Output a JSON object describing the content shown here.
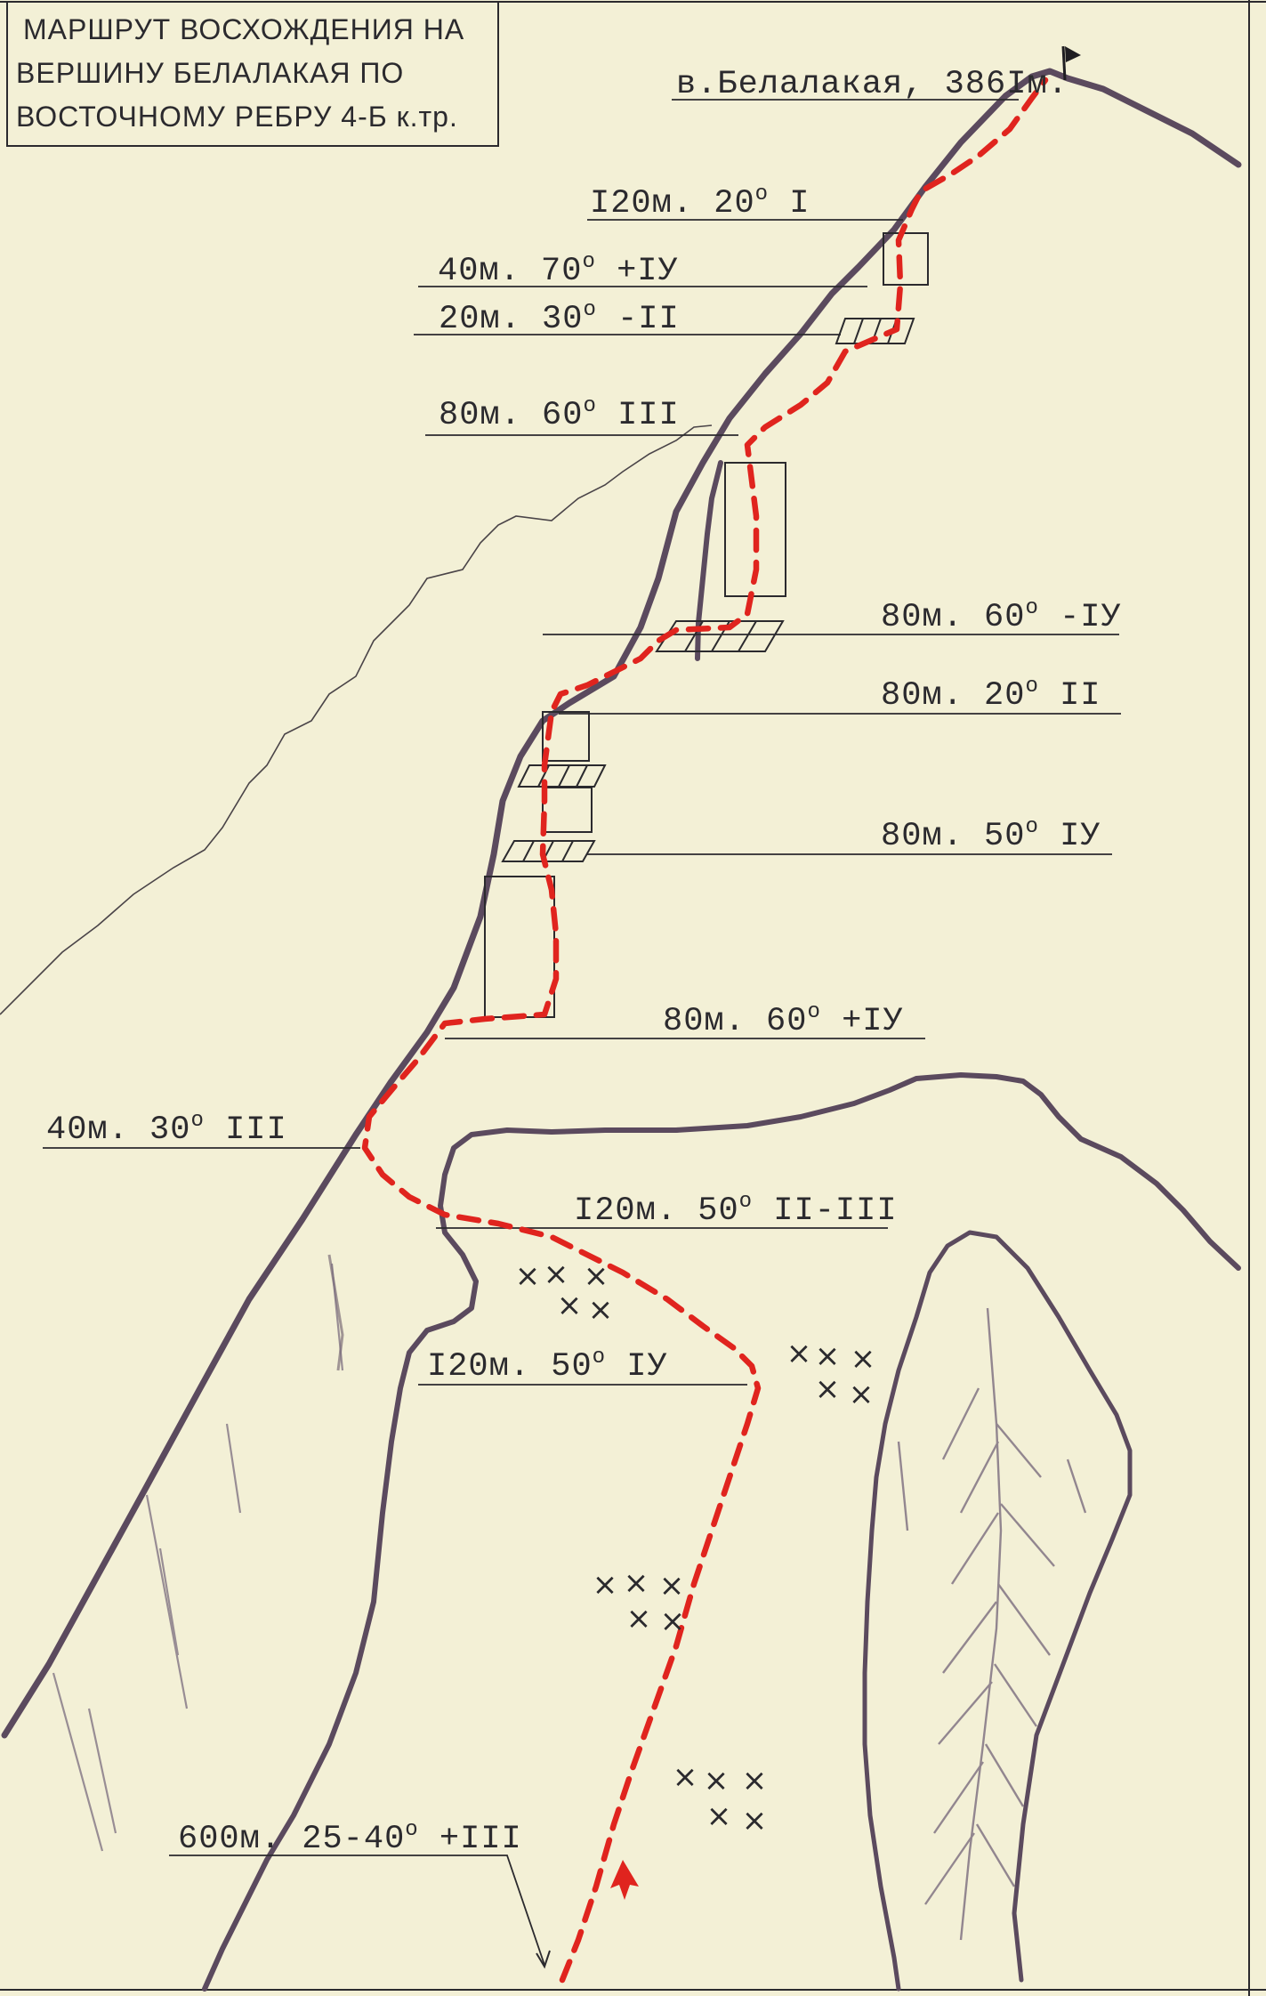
{
  "title": {
    "line1": "МАРШРУТ ВОСХОЖДЕНИЯ НА",
    "line2": "ВЕРШИНУ БЕЛАЛАКАЯ ПО",
    "line3": "ВОСТОЧНОМУ РЕБРУ 4-Б к.тр."
  },
  "summit": {
    "label": "в.Белалакая, 386Iм."
  },
  "pitches": [
    {
      "length": "I20м.",
      "angle": "20",
      "grade": "I"
    },
    {
      "length": "40м.",
      "angle": "70",
      "grade": "+IУ"
    },
    {
      "length": "20м.",
      "angle": "30",
      "grade": "-II"
    },
    {
      "length": "80м.",
      "angle": "60",
      "grade": "III"
    },
    {
      "length": "80м.",
      "angle": "60",
      "grade": "-IУ"
    },
    {
      "length": "80м.",
      "angle": "20",
      "grade": "II"
    },
    {
      "length": "80м.",
      "angle": "50",
      "grade": "IУ"
    },
    {
      "length": "80м.",
      "angle": "60",
      "grade": "+IУ"
    },
    {
      "length": "40м.",
      "angle": "30",
      "grade": "III"
    },
    {
      "length": "I20м.",
      "angle": "50",
      "grade": "II-III"
    },
    {
      "length": "I20м.",
      "angle": "50",
      "grade": "IУ"
    },
    {
      "length": "600м.",
      "angle": "25-40",
      "grade": "+III"
    }
  ],
  "symbols": {
    "degree": "о",
    "cross": "×"
  },
  "colors": {
    "paper": "#f3f0d6",
    "ridge": "#5b4a5e",
    "route": "#e0241e",
    "ink": "#2b2a2e"
  }
}
